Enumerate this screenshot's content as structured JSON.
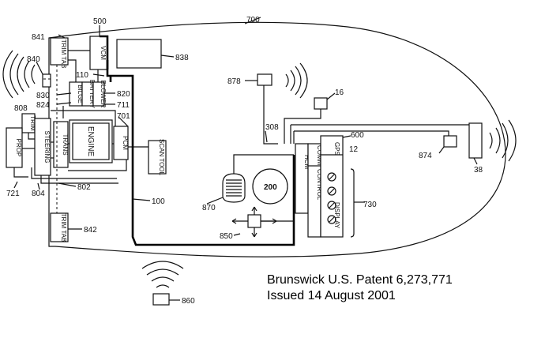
{
  "caption": {
    "line1": "Brunswick U.S. Patent 6,273,771",
    "line2": "Issued 14 August 2001"
  },
  "blocks": {
    "trim_tab": "TRIM TAB",
    "vcm": "VCM",
    "blower": "BLOWER",
    "battery": "BATTERY",
    "bilge": "BILGE",
    "trim": "TRIM",
    "steering": "STEERING",
    "prop": "PROP",
    "trans": "TRANS",
    "engine": "ENGINE",
    "pcm": "PCM",
    "scan_tool": "SCAN TOOL",
    "hcm": "HCM",
    "comm": "COMM",
    "control": "CONTROL",
    "gps": "GPS",
    "display": "DISPLAY"
  },
  "refs": {
    "r700": "700",
    "r500": "500",
    "r841": "841",
    "r838": "838",
    "r840": "840",
    "r110": "110",
    "r820": "820",
    "r830": "830",
    "r711": "711",
    "r808": "808",
    "r824": "824",
    "r701": "701",
    "r721": "721",
    "r804": "804",
    "r802": "802",
    "r100": "100",
    "r842": "842",
    "r878": "878",
    "r16": "16",
    "r308": "308",
    "r600": "600",
    "r12": "12",
    "r874": "874",
    "r38": "38",
    "r870": "870",
    "r200": "200",
    "r730": "730",
    "r850": "850",
    "r860": "860"
  }
}
